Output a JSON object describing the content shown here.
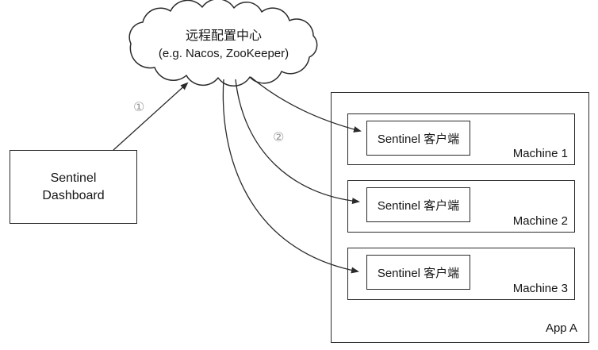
{
  "diagram": {
    "cloud": {
      "title": "远程配置中心",
      "subtitle": "(e.g. Nacos, ZooKeeper)"
    },
    "dashboard": {
      "lines": [
        "Sentinel",
        "Dashboard"
      ]
    },
    "app": {
      "label": "App A",
      "machines": [
        {
          "name": "Machine 1",
          "client": "Sentinel 客户端"
        },
        {
          "name": "Machine 2",
          "client": "Sentinel 客户端"
        },
        {
          "name": "Machine 3",
          "client": "Sentinel 客户端"
        }
      ]
    },
    "annotations": {
      "step1": "①",
      "step2": "②"
    },
    "colors": {
      "line": "#2a2a2a",
      "text": "#161616",
      "annotation": "#979797",
      "background": "#ffffff"
    }
  }
}
